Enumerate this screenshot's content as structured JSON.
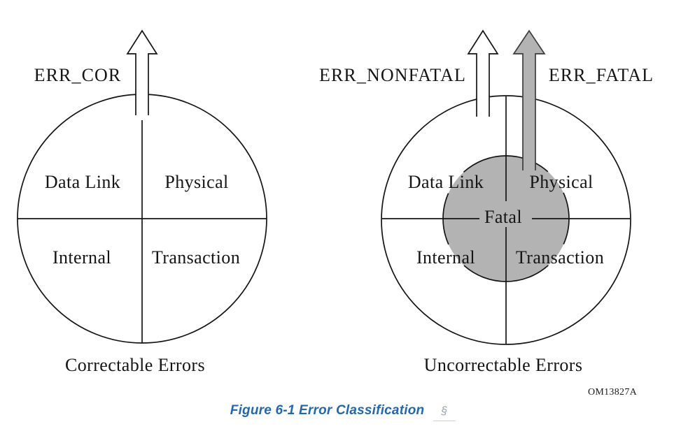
{
  "figure": {
    "left": {
      "arrow_label": "ERR_COR",
      "quadrant_top_left": "Data Link",
      "quadrant_top_right": "Physical",
      "quadrant_bottom_left": "Internal",
      "quadrant_bottom_right": "Transaction",
      "title": "Correctable Errors"
    },
    "right": {
      "nonfatal_arrow_label": "ERR_NONFATAL",
      "fatal_arrow_label": "ERR_FATAL",
      "quadrant_top_left": "Data Link",
      "quadrant_top_right": "Physical",
      "quadrant_bottom_left": "Internal",
      "quadrant_bottom_right": "Transaction",
      "center_label": "Fatal",
      "title": "Uncorrectable Errors"
    },
    "part_number": "OM13827A",
    "caption": {
      "text": "Figure 6-1 Error Classification",
      "section_mark": "§"
    },
    "colors": {
      "fatal_gray": "#b3b3b3",
      "line_black": "#141414",
      "caption_blue": "#2368ac"
    }
  }
}
